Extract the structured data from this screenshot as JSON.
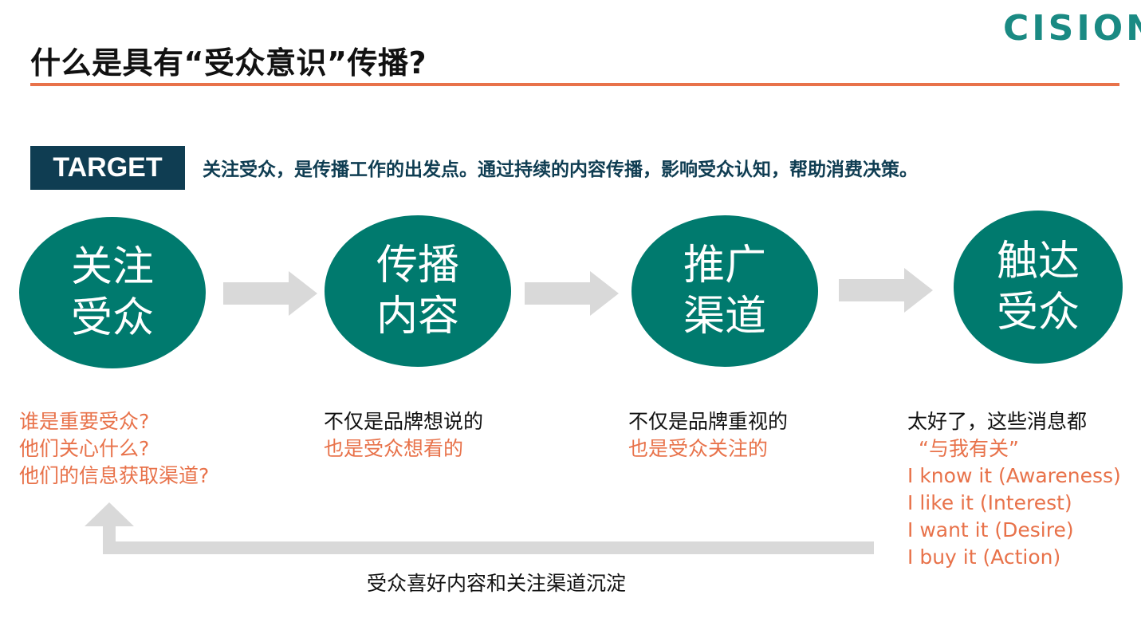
{
  "header": {
    "title": "什么是具有“受众意识”传播?",
    "logo": "CISION",
    "logo_mark": "®"
  },
  "target": {
    "badge": "TARGET",
    "text": "关注受众，是传播工作的出发点。通过持续的内容传播，影响受众认知，帮助消费决策。"
  },
  "steps": [
    {
      "line1": "关注",
      "line2": "受众"
    },
    {
      "line1": "传播",
      "line2": "内容"
    },
    {
      "line1": "推广",
      "line2": "渠道"
    },
    {
      "line1": "触达",
      "line2": "受众"
    }
  ],
  "descriptions": [
    {
      "lines": [
        "谁是重要受众?",
        "他们关心什么?",
        "他们的信息获取渠道?"
      ]
    },
    {
      "lines": [
        "不仅是品牌想说的",
        "也是受众想看的"
      ]
    },
    {
      "lines": [
        "不仅是品牌重视的",
        "也是受众关注的"
      ]
    },
    {
      "lines": [
        "太好了，这些消息都",
        "“与我有关”",
        "I know it (Awareness)",
        "I like it (Interest)",
        "I want it (Desire)",
        "I buy it (Action)"
      ]
    }
  ],
  "feedback_label": "受众喜好内容和关注渠道沉淀",
  "colors": {
    "accent": "#e8724a",
    "teal": "#007a6e",
    "navy": "#0f3d52",
    "logo": "#1a8a83",
    "arrow_gray": "#d9d9d9"
  }
}
